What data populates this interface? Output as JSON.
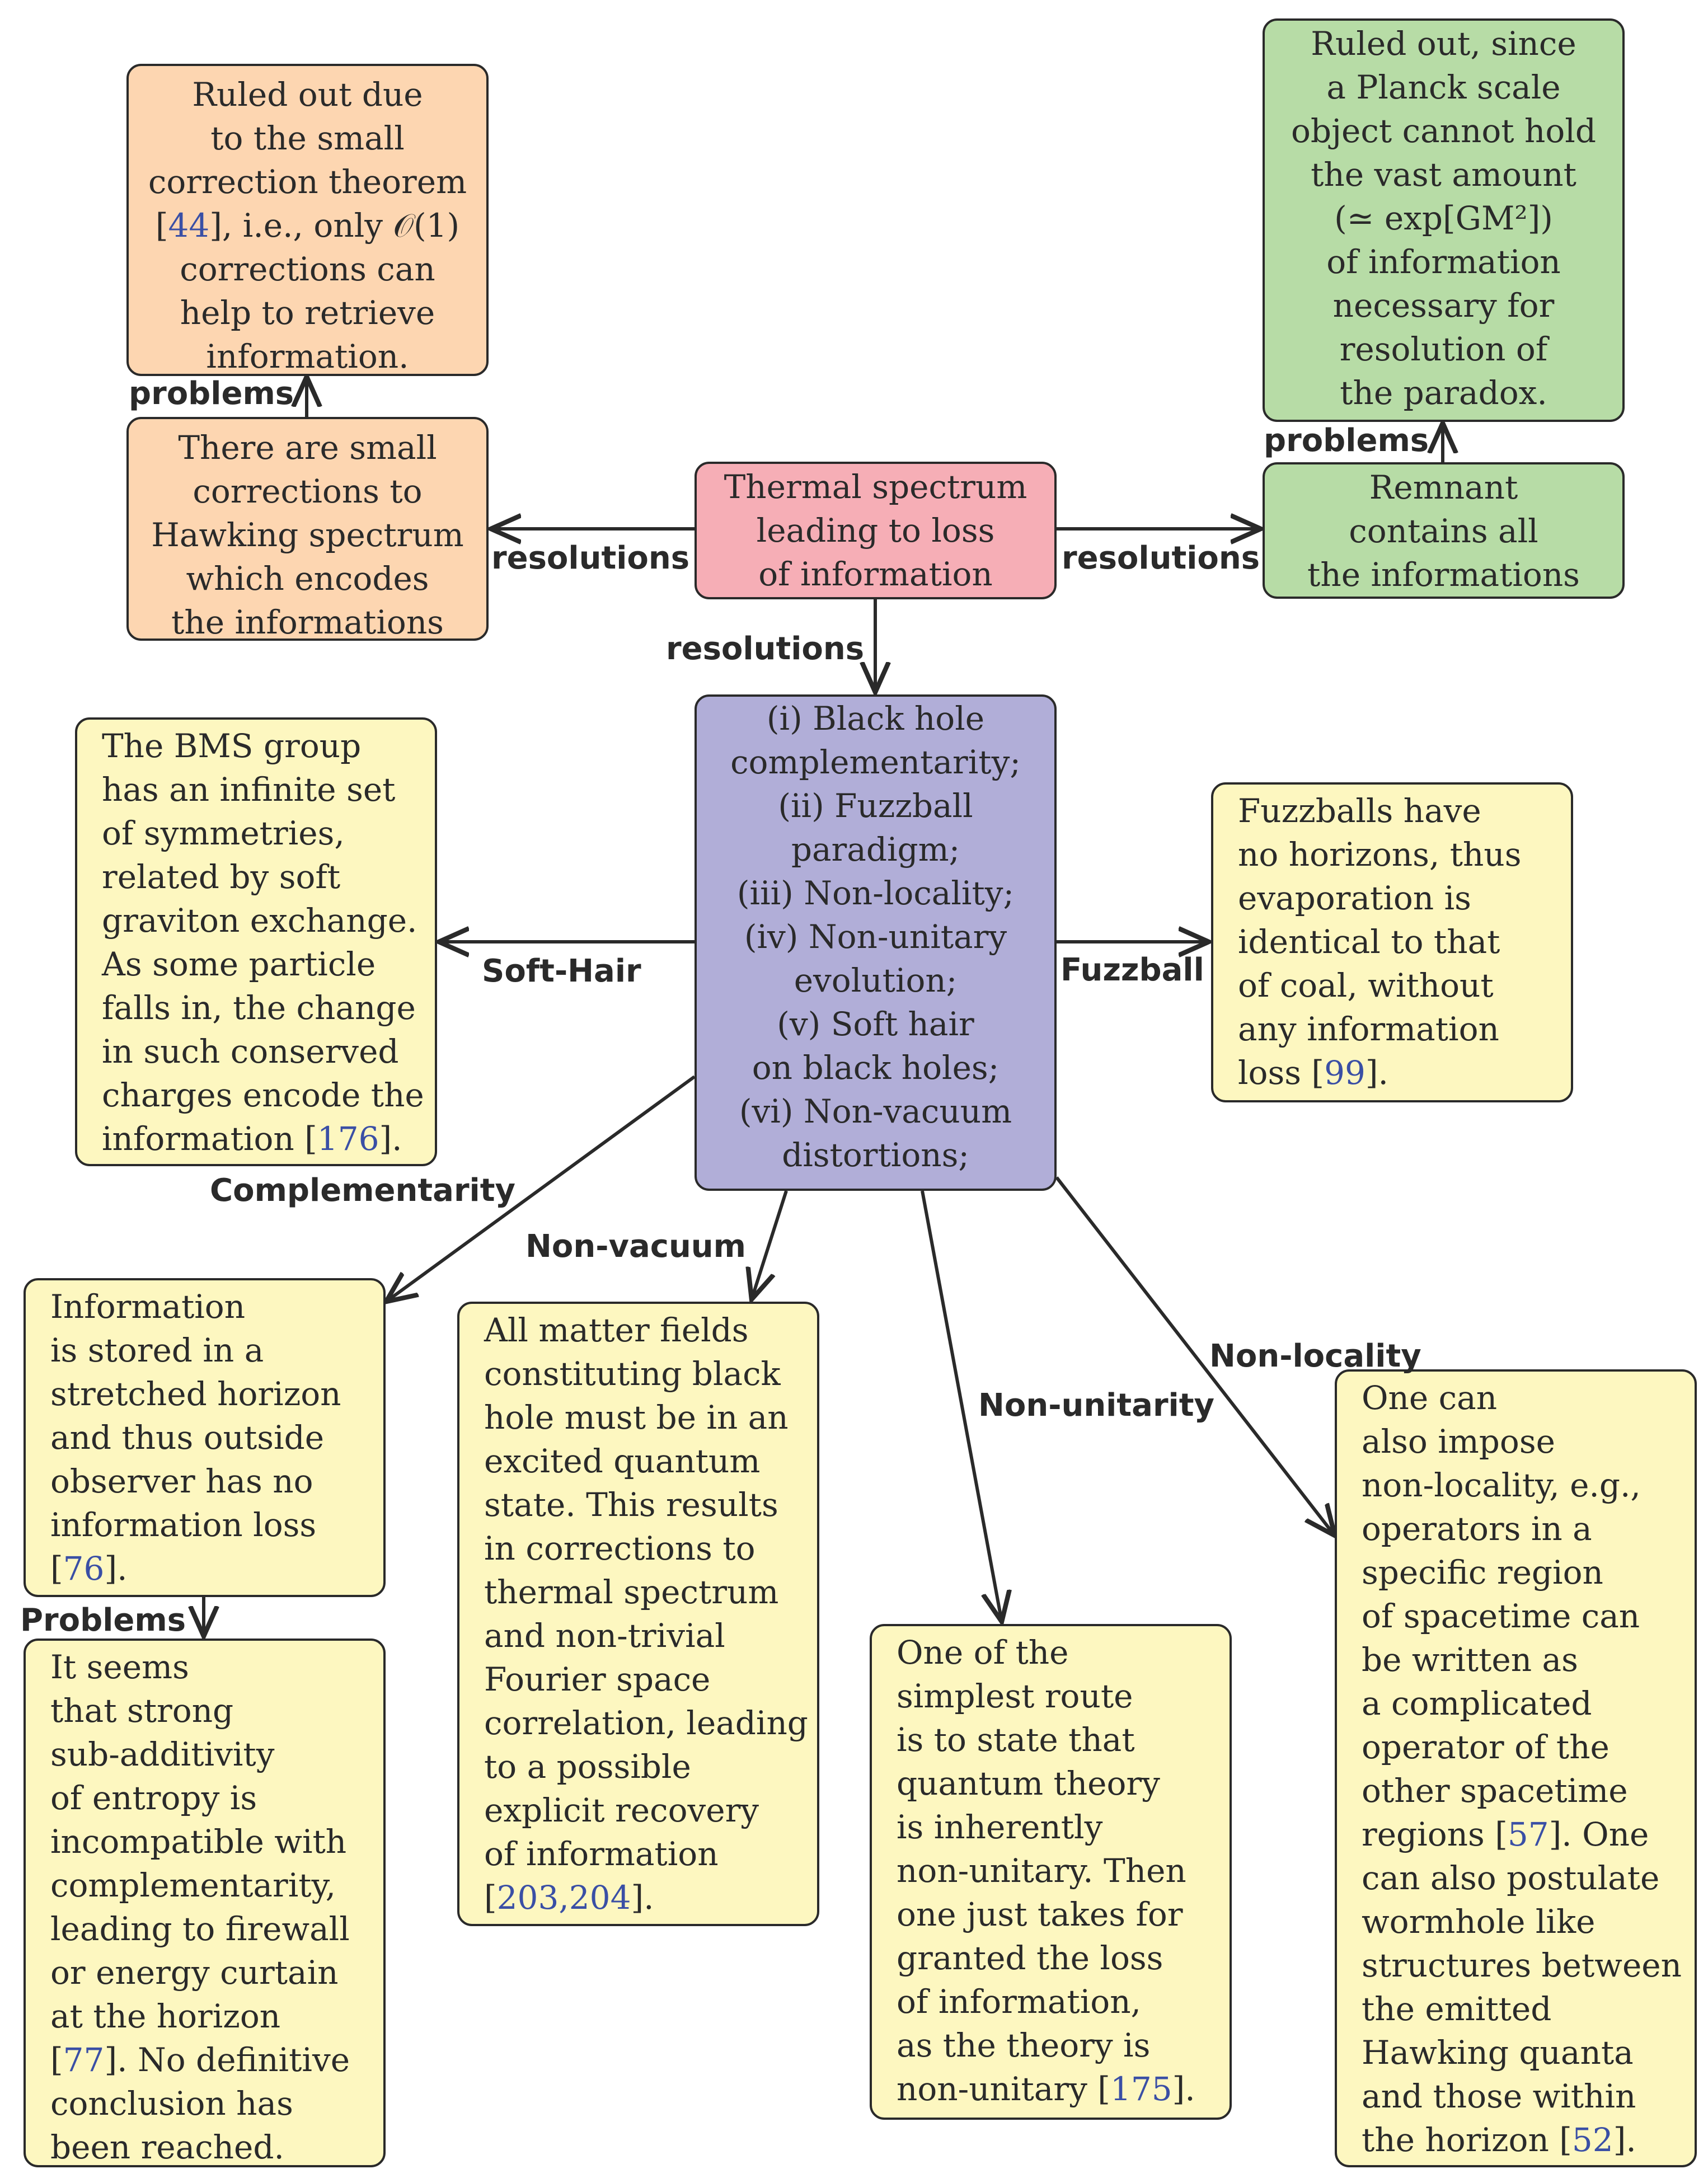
{
  "nodes": {
    "orange_top": {
      "lines": [
        "Ruled out due",
        "to the small",
        "correction theorem",
        [
          "[",
          {
            "cite": "44"
          },
          "], i.e., only 𝒪(1)"
        ],
        "corrections can",
        "help to retrieve",
        "information."
      ]
    },
    "orange_mid": {
      "lines": [
        "There are small",
        "corrections to",
        "Hawking spectrum",
        "which encodes",
        "the informations"
      ]
    },
    "pink": {
      "lines": [
        "Thermal spectrum",
        "leading to loss",
        "of information"
      ]
    },
    "green_top": {
      "lines": [
        "Ruled out, since",
        "a Planck scale",
        "object cannot hold",
        "the vast amount",
        "(≃ exp[GM²])",
        "of information",
        "necessary for",
        "resolution of",
        "the paradox."
      ]
    },
    "green_mid": {
      "lines": [
        "Remnant",
        "contains all",
        "the informations"
      ]
    },
    "purple": {
      "lines": [
        "(i) Black hole",
        "complementarity;",
        "(ii) Fuzzball",
        "paradigm;",
        "(iii) Non-locality;",
        "(iv) Non-unitary",
        "evolution;",
        "(v) Soft hair",
        "on black holes;",
        "(vi) Non-vacuum",
        "distortions;"
      ]
    },
    "softhair": {
      "lines": [
        "The BMS group",
        "has an infinite set",
        "of symmetries,",
        "related by soft",
        "graviton exchange.",
        "As some particle",
        "falls in, the change",
        "in such conserved",
        "charges encode the",
        [
          "information [",
          {
            "cite": "176"
          },
          "]."
        ]
      ]
    },
    "fuzzball": {
      "lines": [
        "Fuzzballs have",
        "no horizons, thus",
        "evaporation is",
        "identical to that",
        "of coal, without",
        "any information",
        [
          "loss [",
          {
            "cite": "99"
          },
          "]."
        ]
      ]
    },
    "complementarity": {
      "lines": [
        "Information",
        "is stored in a",
        "stretched horizon",
        "and thus outside",
        "observer has no",
        "information loss",
        [
          "[",
          {
            "cite": "76"
          },
          "]."
        ]
      ]
    },
    "problems_box": {
      "lines": [
        "It seems",
        "that strong",
        "sub-additivity",
        "of entropy is",
        "incompatible with",
        "complementarity,",
        "leading to firewall",
        "or energy curtain",
        "at the horizon",
        [
          "[",
          {
            "cite": "77"
          },
          "].  No definitive"
        ],
        "conclusion has",
        "been reached."
      ]
    },
    "nonvacuum": {
      "lines": [
        "All matter fields",
        "constituting black",
        "hole must be in an",
        "excited quantum",
        "state.  This results",
        "in corrections to",
        "thermal spectrum",
        "and non-trivial",
        "Fourier space",
        "correlation, leading",
        "to a possible",
        "explicit recovery",
        "of information",
        [
          "[",
          {
            "cite": "203,204"
          },
          "]."
        ]
      ]
    },
    "nonunitarity": {
      "lines": [
        "One of the",
        "simplest route",
        "is to state that",
        "quantum theory",
        "is inherently",
        "non-unitary.  Then",
        "one just takes for",
        "granted the loss",
        "of information,",
        "as the theory is",
        [
          "non-unitary [",
          {
            "cite": "175"
          },
          "]."
        ]
      ]
    },
    "nonlocality": {
      "lines": [
        "One can",
        "also impose",
        "non-locality, e.g.,",
        "operators in a",
        "specific region",
        "of spacetime can",
        "be written as",
        "a complicated",
        "operator of the",
        "other spacetime",
        [
          "regions [",
          {
            "cite": "57"
          },
          "].  One"
        ],
        "can also postulate",
        "wormhole like",
        "structures between",
        "the emitted",
        "Hawking quanta",
        "and those within",
        [
          "the horizon [",
          {
            "cite": "52"
          },
          "]."
        ]
      ]
    }
  },
  "edge_labels": {
    "problems_left": "problems",
    "problems_right": "problems",
    "resolutions_left": "resolutions",
    "resolutions_right": "resolutions",
    "resolutions_down": "resolutions",
    "soft_hair": "Soft-Hair",
    "fuzzball": "Fuzzball",
    "complementarity": "Complementarity",
    "non_vacuum": "Non-vacuum",
    "non_unitarity": "Non-unitarity",
    "non_locality": "Non-locality",
    "problems_bottom": "Problems"
  },
  "colors": {
    "orange": "#fdd6b1",
    "green": "#b7dca6",
    "pink": "#f6aeb6",
    "purple": "#b1aed8",
    "yellow": "#fdf7c0",
    "citation": "#3a4fa5",
    "stroke": "#2a2a2a"
  }
}
